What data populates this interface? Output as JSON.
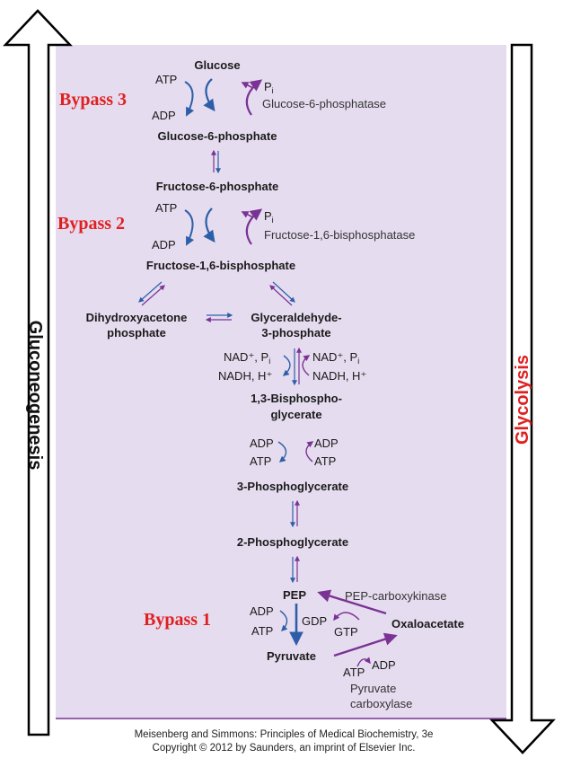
{
  "colors": {
    "panel": "#e6dcef",
    "bypass_text": "#e02020",
    "glycolysis_text": "#e02020",
    "gluconeogenesis_text": "#111111",
    "forward_arrow": "#2d5fa8",
    "reverse_arrow": "#7a3394"
  },
  "sides": {
    "left": "Gluconeogenesis",
    "right": "Glycolysis"
  },
  "bypass": {
    "b3": "Bypass 3",
    "b2": "Bypass 2",
    "b1": "Bypass 1"
  },
  "metabolites": {
    "glucose": "Glucose",
    "g6p": "Glucose-6-phosphate",
    "f6p": "Fructose-6-phosphate",
    "f16bp": "Fructose-1,6-bisphosphate",
    "dhap_1": "Dihydroxyacetone",
    "dhap_2": "phosphate",
    "gap_1": "Glyceraldehyde-",
    "gap_2": "3-phosphate",
    "bpg_1": "1,3-Bisphospho-",
    "bpg_2": "glycerate",
    "pg3": "3-Phosphoglycerate",
    "pg2": "2-Phosphoglycerate",
    "pep": "PEP",
    "oaa": "Oxaloacetate",
    "pyruvate": "Pyruvate"
  },
  "cofactors": {
    "atp": "ATP",
    "adp": "ADP",
    "p": "P",
    "sub_i": "i",
    "nad_p_left": "NAD⁺, P",
    "nad_p_right": "NAD⁺, P",
    "nadh_left": "NADH, H⁺",
    "nadh_right": "NADH, H⁺",
    "gdp": "GDP",
    "gtp": "GTP"
  },
  "enzymes": {
    "g6pase": "Glucose-6-phosphatase",
    "fbpase": "Fructose-1,6-bisphosphatase",
    "pepck": "PEP-carboxykinase",
    "pc_1": "Pyruvate",
    "pc_2": "carboxylase"
  },
  "credit": {
    "line1": "Meisenberg and Simmons: Principles of Medical Biochemistry, 3e",
    "line2": "Copyright © 2012 by Saunders, an imprint of Elsevier Inc."
  }
}
